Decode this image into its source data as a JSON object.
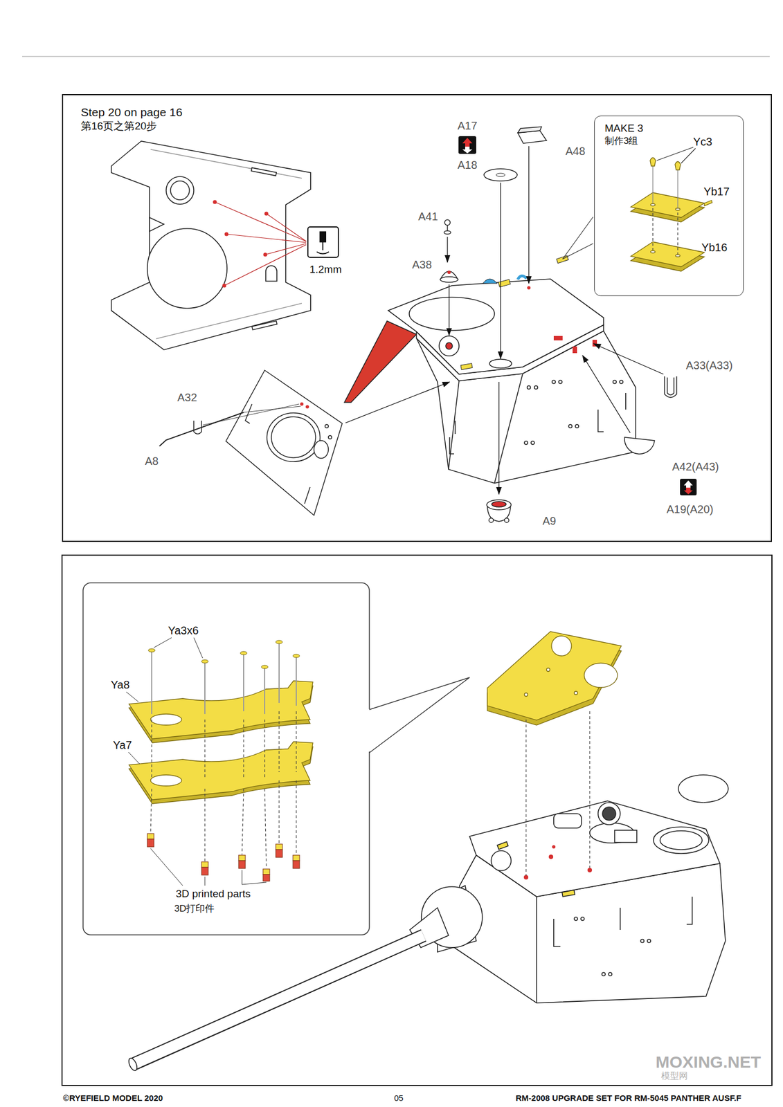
{
  "diagram": {
    "nodes": [
      {
        "text": [
          "Step 20 on page 16",
          "第16页之第20步"
        ]
      },
      {
        "text": [
          "MAKE 3",
          "制作3组"
        ],
        "in": 0
      }
    ],
    "labels": [
      "A17",
      "A18",
      "A48",
      "A41",
      "A38",
      "A33(A33)",
      "A32",
      "A8",
      "A42(A43)",
      "A19(A20)",
      "A9",
      "Yc3",
      "Yb17",
      "Yb16",
      "1.2mm",
      "Ya3x6",
      "Ya8",
      "Ya7",
      "3D printed parts",
      "3D打印件",
      "©RYEFIELD MODEL 2020",
      "05",
      "RM-2008 UPGRADE SET FOR RM-5045 PANTHER AUSF.F",
      "MOXING.NET",
      "模型网"
    ]
  }
}
